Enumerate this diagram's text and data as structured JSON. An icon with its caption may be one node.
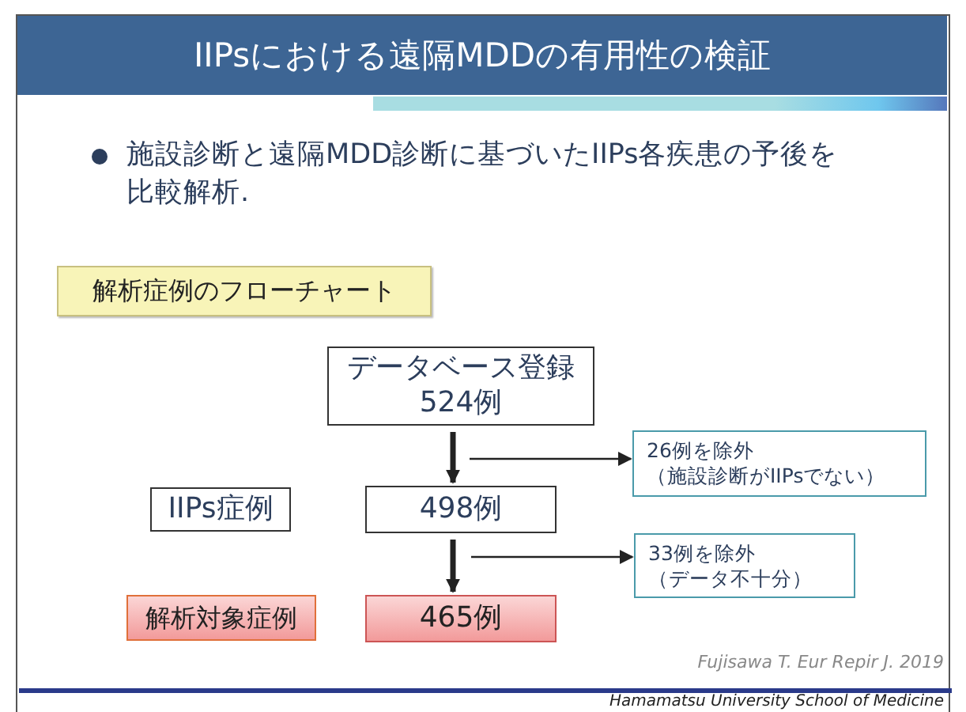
{
  "diagram": {
    "title": "IIPsにおける遠隔MDDの有用性の検証",
    "nodes": [
      {
        "text": [
          "解析症例のフローチャート"
        ]
      },
      {
        "text": [
          "データベース登録",
          "524例"
        ]
      },
      {
        "text": [
          "IIPs症例"
        ]
      },
      {
        "text": [
          "498例"
        ]
      },
      {
        "text": [
          "26例を除外",
          "（施設診断がIIPsでない）"
        ]
      },
      {
        "text": [
          "解析対象症例"
        ]
      },
      {
        "text": [
          "465例"
        ]
      },
      {
        "text": [
          "33例を除外",
          "（データ不十分）"
        ]
      }
    ],
    "edges": [
      {
        "from": 1,
        "to": 3,
        "arrow": "to",
        "style": "thick"
      },
      {
        "from": null,
        "to": 4,
        "arrow": "to"
      },
      {
        "from": 3,
        "to": 6,
        "arrow": "to",
        "style": "thick"
      },
      {
        "from": null,
        "to": 7,
        "arrow": "to"
      }
    ],
    "labels": [
      "施設診断と遠隔MDD診断に基づいたIIPs各疾患の予後を比較解析.",
      "Fujisawa T. Eur Repir J. 2019",
      "Hamamatsu University School of Medicine"
    ]
  }
}
